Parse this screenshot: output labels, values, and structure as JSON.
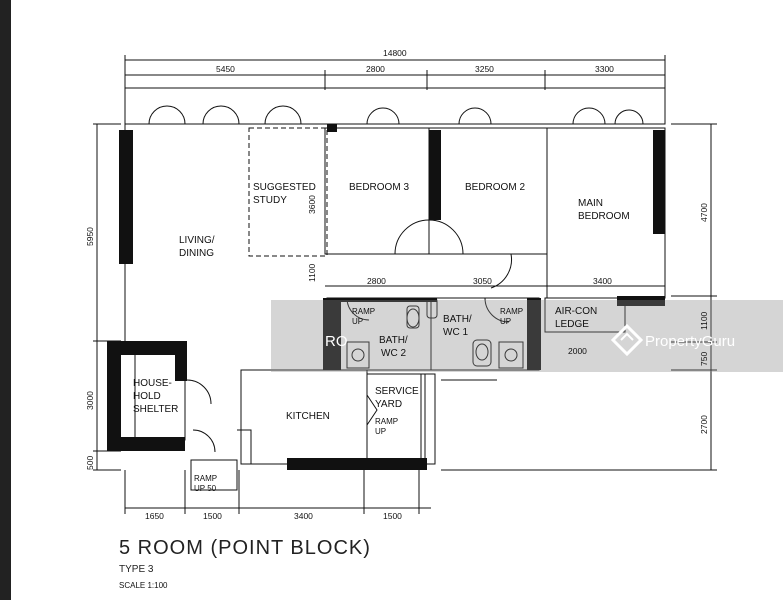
{
  "rooms": {
    "living": [
      "LIVING/",
      "DINING"
    ],
    "study": [
      "SUGGESTED",
      "STUDY"
    ],
    "bedroom3": "BEDROOM 3",
    "bedroom2": "BEDROOM 2",
    "main_bedroom": [
      "MAIN",
      "BEDROOM"
    ],
    "bath2": [
      "BATH/",
      "WC 2"
    ],
    "bath1": [
      "BATH/",
      "WC 1"
    ],
    "aircon": [
      "AIR-CON",
      "LEDGE"
    ],
    "shelter": [
      "HOUSE-",
      "HOLD",
      "SHELTER"
    ],
    "kitchen": "KITCHEN",
    "service_yard": [
      "SERVICE",
      "YARD"
    ],
    "ramp_bath2": [
      "RAMP",
      "UP"
    ],
    "ramp_bath1": [
      "RAMP",
      "UP"
    ],
    "ramp_yard": [
      "RAMP",
      "UP"
    ],
    "ramp_entry": [
      "RAMP",
      "UP 50"
    ]
  },
  "dimensions": {
    "overall_top": "14800",
    "top": [
      "5450",
      "2800",
      "3250",
      "3300"
    ],
    "mid": [
      "2800",
      "3050",
      "3400"
    ],
    "bottom": [
      "1650",
      "1500",
      "3400",
      "1500"
    ],
    "left": [
      "5950",
      "3000",
      "500"
    ],
    "right": [
      "4700",
      "1100",
      "750",
      "2700"
    ],
    "study_height": "3600",
    "study_gap": "1100",
    "aircon_width": "2000"
  },
  "title": "5 ROOM (POINT BLOCK)",
  "type": "TYPE 3",
  "scale": "SCALE  1:100",
  "watermark": "PropertyGuru",
  "watermark_left": "RO"
}
